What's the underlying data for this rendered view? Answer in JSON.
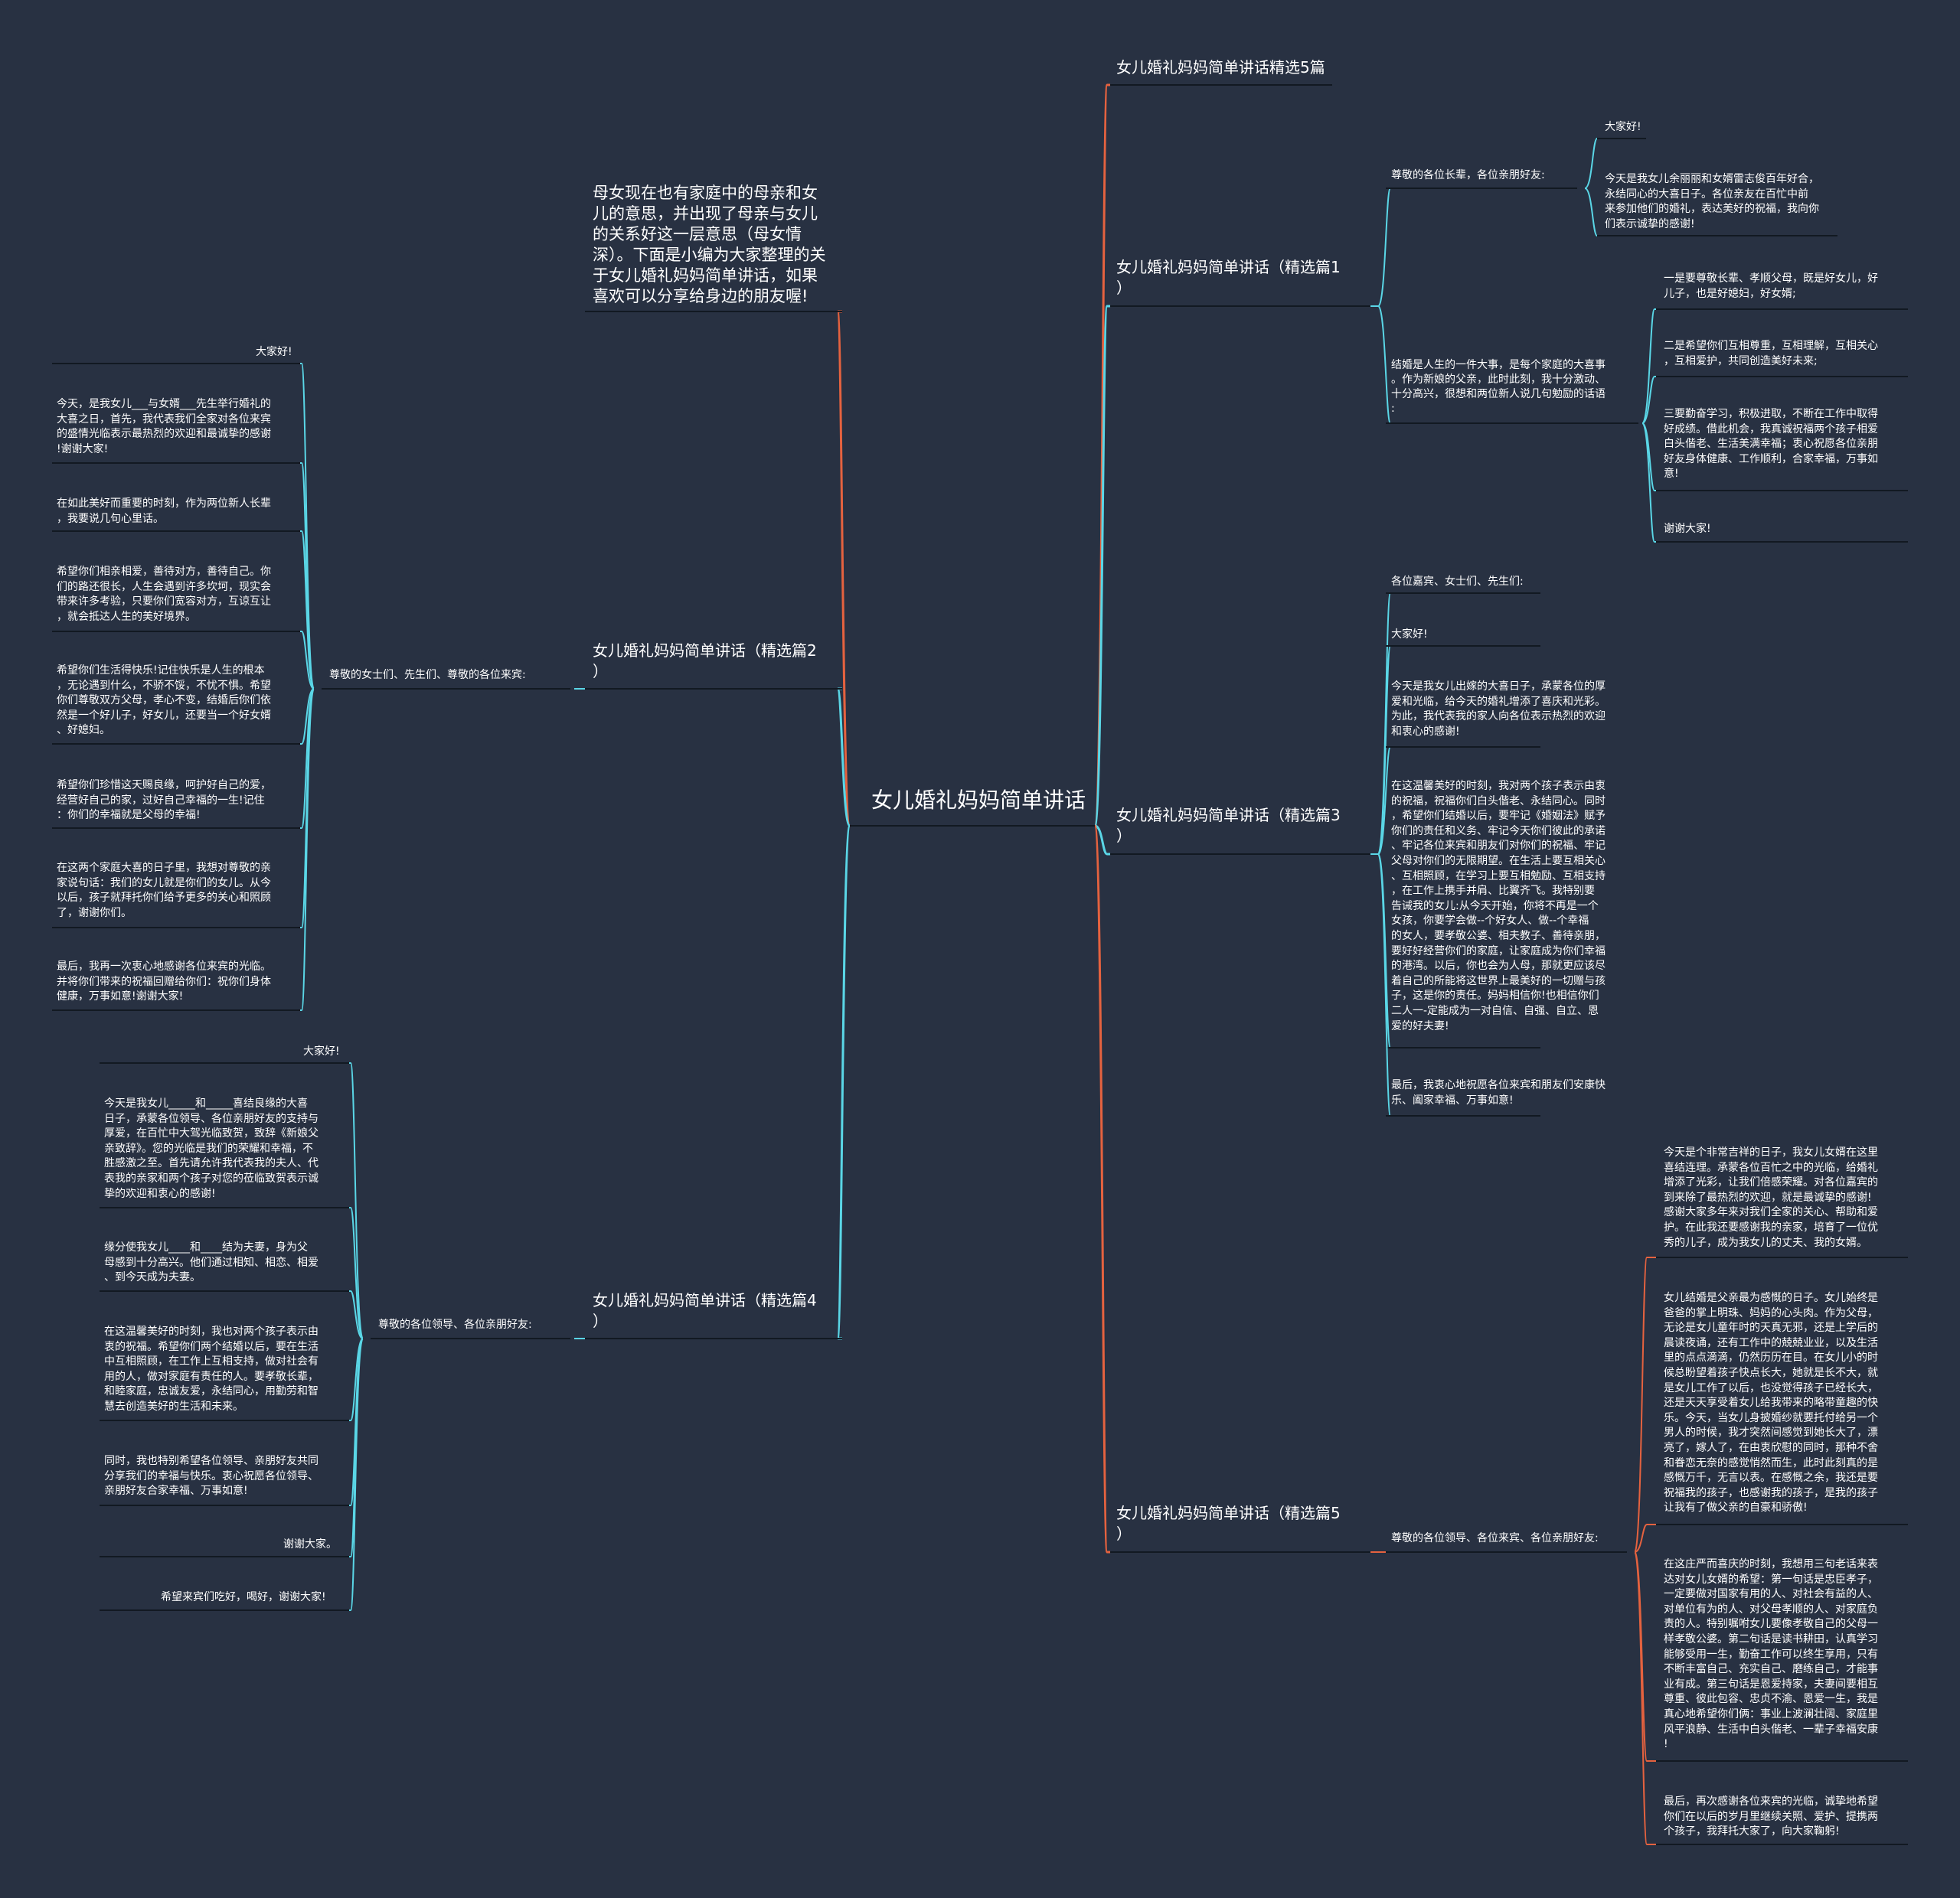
{
  "colors": {
    "background": "#283142",
    "connector_cyan": "#5ad6e6",
    "connector_orange": "#e5623f",
    "underline": "#121922",
    "text": "#ffffff"
  },
  "mindmap": {
    "root": "女儿婚礼妈妈简单讲话",
    "intro": "母女现在也有家庭中的母亲和女儿的意思，并出现了母亲与女儿的关系好这一层意思（母女情深）。下面是小编为大家整理的关于女儿婚礼妈妈简单讲话，如果喜欢可以分享给身边的朋友喔!",
    "title_top": "女儿婚礼妈妈简单讲话精选5篇",
    "p1": {
      "title": "女儿婚礼妈妈简单讲话（精选篇1\n）",
      "s1": "尊敬的各位长辈，各位亲朋好友:",
      "s1_items": [
        "大家好!",
        "今天是我女儿余丽丽和女婿雷志俊百年好合，\n永结同心的大喜日子。各位亲友在百忙中前\n来参加他们的婚礼，表达美好的祝福，我向你\n们表示诚挚的感谢!"
      ],
      "s2": "结婚是人生的一件大事，是每个家庭的大喜事\n。作为新娘的父亲，此时此刻，我十分激动、\n十分高兴，很想和两位新人说几句勉励的话语\n:",
      "s2_items": [
        "一是要尊敬长辈、孝顺父母，既是好女儿，好\n儿子，也是好媳妇，好女婿;",
        "二是希望你们互相尊重，互相理解，互相关心\n，互相爱护，共同创造美好未来;",
        "三要勤奋学习，积极进取，不断在工作中取得\n好成绩。借此机会，我真诚祝福两个孩子相爱\n白头偕老、生活美满幸福；衷心祝愿各位亲朋\n好友身体健康、工作顺利，合家幸福，万事如\n意!",
        "谢谢大家!"
      ]
    },
    "p2": {
      "title": "女儿婚礼妈妈简单讲话（精选篇2\n）",
      "s1": "尊敬的女士们、先生们、尊敬的各位来宾:",
      "items": [
        "大家好!",
        "今天，是我女儿___与女婿___先生举行婚礼的\n大喜之日，首先，我代表我们全家对各位来宾\n的盛情光临表示最热烈的欢迎和最诚挚的感谢\n!谢谢大家!",
        "在如此美好而重要的时刻，作为两位新人长辈\n，我要说几句心里话。",
        "希望你们相亲相爱，善待对方，善待自己。你\n们的路还很长，人生会遇到许多坎坷，现实会\n带来许多考验，只要你们宽容对方，互谅互让\n，就会抵达人生的美好境界。",
        "希望你们生活得快乐!记住快乐是人生的根本\n，无论遇到什么，不骄不馁，不忧不惧。希望\n你们尊敬双方父母，孝心不变，结婚后你们依\n然是一个好儿子，好女儿，还要当一个好女婿\n、好媳妇。",
        "希望你们珍惜这天赐良缘，呵护好自己的爱，\n经营好自己的家，过好自己幸福的一生!记住\n：你们的幸福就是父母的幸福!",
        "在这两个家庭大喜的日子里，我想对尊敬的亲\n家说句话：我们的女儿就是你们的女儿。从今\n以后，孩子就拜托你们给予更多的关心和照顾\n了，谢谢你们。",
        "最后，我再一次衷心地感谢各位来宾的光临。\n并将你们带来的祝福回赠给你们：祝你们身体\n健康，万事如意!谢谢大家!"
      ]
    },
    "p3": {
      "title": "女儿婚礼妈妈简单讲话（精选篇3\n）",
      "items": [
        "各位嘉宾、女士们、先生们:",
        "大家好!",
        "今天是我女儿出嫁的大喜日子，承蒙各位的厚\n爱和光临，给今天的婚礼增添了喜庆和光彩。\n为此，我代表我的家人向各位表示热烈的欢迎\n和衷心的感谢!",
        "在这温馨美好的时刻，我对两个孩子表示由衷\n的祝福，祝福你们白头偕老、永结同心。同时\n，希望你们结婚以后，要牢记《婚姻法》赋予\n你们的责任和义务、牢记今天你们彼此的承诺\n、牢记各位来宾和朋友们对你们的祝福、牢记\n父母对你们的无限期望。在生活上要互相关心\n、互相照顾，在学习上要互相勉励、互相支持\n，在工作上携手并肩、比翼齐飞。我特别要\n告诫我的女儿:从今天开始，你将不再是一个\n女孩，你要学会做--个好女人、做--个幸福\n的女人，要孝敬公婆、相夫教子、善待亲朋，\n要好好经营你们的家庭，让家庭成为你们幸福\n的港湾。以后，你也会为人母，那就更应该尽\n着自己的所能将这世界上最美好的一切赠与孩\n子，这是你的责任。妈妈相信你!也相信你们\n二人一-定能成为一对自信、自强、自立、恩\n爱的好夫妻!",
        "最后，我衷心地祝愿各位来宾和朋友们安康快\n乐、阖家幸福、万事如意!"
      ]
    },
    "p4": {
      "title": "女儿婚礼妈妈简单讲话（精选篇4\n）",
      "s1": "尊敬的各位领导、各位亲朋好友:",
      "items": [
        "大家好!",
        "今天是我女儿_____和_____喜结良缘的大喜\n日子，承蒙各位领导、各位亲朋好友的支持与\n厚爱，在百忙中大驾光临致贺，致辞《新娘父\n亲致辞》。您的光临是我们的荣耀和幸福，不\n胜感激之至。首先请允许我代表我的夫人、代\n表我的亲家和两个孩子对您的莅临致贺表示诚\n挚的欢迎和衷心的感谢!",
        "缘分使我女儿____和____结为夫妻，身为父\n母感到十分高兴。他们通过相知、相恋、相爱\n、到今天成为夫妻。",
        "在这温馨美好的时刻，我也对两个孩子表示由\n衷的祝福。希望你们两个结婚以后，要在生活\n中互相照顾，在工作上互相支持，做对社会有\n用的人，做对家庭有责任的人。要孝敬长辈，\n和睦家庭，忠诚友爱，永结同心，用勤劳和智\n慧去创造美好的生活和未来。",
        "同时，我也特别希望各位领导、亲朋好友共同\n分享我们的幸福与快乐。衷心祝愿各位领导、\n亲朋好友合家幸福、万事如意!",
        "谢谢大家。",
        "希望来宾们吃好，喝好，谢谢大家!"
      ]
    },
    "p5": {
      "title": "女儿婚礼妈妈简单讲话（精选篇5\n）",
      "s1": "尊敬的各位领导、各位来宾、各位亲朋好友:",
      "items": [
        "今天是个非常吉祥的日子，我女儿女婿在这里\n喜结连理。承蒙各位百忙之中的光临，给婚礼\n增添了光彩，让我们倍感荣耀。对各位嘉宾的\n到来除了最热烈的欢迎，就是最诚挚的感谢!\n感谢大家多年来对我们全家的关心、帮助和爱\n护。在此我还要感谢我的亲家，培育了一位优\n秀的儿子，成为我女儿的丈夫、我的女婿。",
        "女儿结婚是父亲最为感慨的日子。女儿始终是\n爸爸的掌上明珠、妈妈的心头肉。作为父母，\n无论是女儿童年时的天真无邪，还是上学后的\n晨读夜诵，还有工作中的兢兢业业，以及生活\n里的点点滴滴，仍然历历在目。在女儿小的时\n候总盼望着孩子快点长大，她就是长不大，就\n是女儿工作了以后，也没觉得孩子已经长大，\n还是天天享受着女儿给我带来的略带童趣的快\n乐。今天，当女儿身披婚纱就要托付给另一个\n男人的时候，我才突然间感觉到她长大了，漂\n亮了，嫁人了，在由衷欣慰的同时，那种不舍\n和眷恋无奈的感觉悄然而生，此时此刻真的是\n感慨万千，无言以表。在感慨之余，我还是要\n祝福我的孩子，也感谢我的孩子，是我的孩子\n让我有了做父亲的自豪和骄傲!",
        "在这庄严而喜庆的时刻，我想用三句老话来表\n达对女儿女婿的希望：第一句话是忠臣孝子，\n一定要做对国家有用的人、对社会有益的人、\n对单位有为的人、对父母孝顺的人、对家庭负\n责的人。特别嘱咐女儿要像孝敬自己的父母一\n样孝敬公婆。第二句话是读书耕田，认真学习\n能够受用一生，勤奋工作可以终生享用，只有\n不断丰富自己、充实自己、磨练自己，才能事\n业有成。第三句话是恩爱持家，夫妻间要相互\n尊重、彼此包容、忠贞不渝、恩爱一生，我是\n真心地希望你们俩：事业上波澜壮阔、家庭里\n风平浪静、生活中白头偕老、一辈子幸福安康\n!",
        "最后，再次感谢各位来宾的光临，诚挚地希望\n你们在以后的岁月里继续关照、爱护、提携两\n个孩子，我拜托大家了，向大家鞠躬!"
      ]
    }
  }
}
